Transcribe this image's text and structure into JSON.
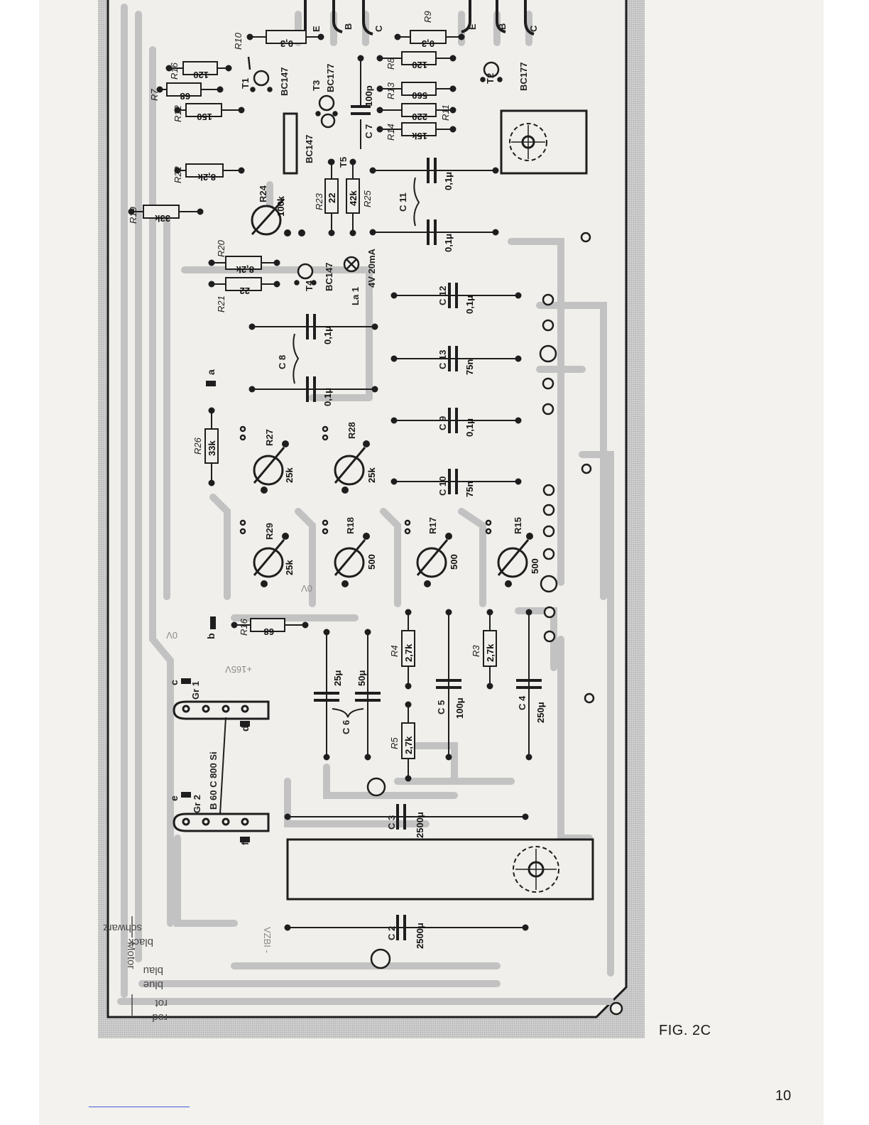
{
  "figure": {
    "caption": "FIG. 2C",
    "page_number": "10"
  },
  "colors": {
    "copper": "#bdbdbd",
    "ink": "#1e1e1e",
    "paper": "#f3f2ee"
  },
  "board": {
    "transistors": [
      {
        "ref": "T1",
        "type": "BC147"
      },
      {
        "ref": "T2",
        "type": "BC177"
      },
      {
        "ref": "T3",
        "type": "BC177"
      },
      {
        "ref": "T4",
        "type": "BC147"
      },
      {
        "ref": "T5",
        "type": "BC147"
      }
    ],
    "resistors_top": [
      {
        "ref": "R10",
        "value": "0,3"
      },
      {
        "ref": "R9",
        "value": "0,3"
      },
      {
        "ref": "R16",
        "value": "120"
      },
      {
        "ref": "R7",
        "value": "68"
      },
      {
        "ref": "R12",
        "value": "150"
      },
      {
        "ref": "R8",
        "value": "120"
      },
      {
        "ref": "R13",
        "value": "560"
      },
      {
        "ref": "R11",
        "value": "220"
      },
      {
        "ref": "R14",
        "value": "15k"
      },
      {
        "ref": "R22",
        "value": "8,2k"
      },
      {
        "ref": "R19",
        "value": "33k"
      },
      {
        "ref": "R23",
        "value": "22"
      },
      {
        "ref": "R25",
        "value": "42k"
      },
      {
        "ref": "R20",
        "value": "8,2k"
      },
      {
        "ref": "R21",
        "value": "22"
      },
      {
        "ref": "R26",
        "value": "33k"
      },
      {
        "ref": "R16",
        "value": "68"
      },
      {
        "ref": "R4",
        "value": "2,7k"
      },
      {
        "ref": "R3",
        "value": "2,7k"
      },
      {
        "ref": "R5",
        "value": "2,7k"
      }
    ],
    "trimmers": [
      {
        "ref": "R24",
        "value": "100k"
      },
      {
        "ref": "R27",
        "value": "25k"
      },
      {
        "ref": "R28",
        "value": "25k"
      },
      {
        "ref": "R29",
        "value": "25k"
      },
      {
        "ref": "R18",
        "value": "500"
      },
      {
        "ref": "R17",
        "value": "500"
      },
      {
        "ref": "R15",
        "value": "500"
      }
    ],
    "capacitors": [
      {
        "ref": "C7",
        "value": "100p"
      },
      {
        "ref": "C11",
        "value": "0,1μ"
      },
      {
        "ref": "C11b",
        "value": "0,1μ"
      },
      {
        "ref": "C12",
        "value": "0,1μ"
      },
      {
        "ref": "C13",
        "value": "75n"
      },
      {
        "ref": "C8",
        "value": "0,1μ"
      },
      {
        "ref": "C8b",
        "value": "0,1μ"
      },
      {
        "ref": "C9",
        "value": "0,1μ"
      },
      {
        "ref": "C10",
        "value": "75n"
      },
      {
        "ref": "C6",
        "value": "25μ"
      },
      {
        "ref": "C6b",
        "value": "50μ"
      },
      {
        "ref": "C5",
        "value": "100μ"
      },
      {
        "ref": "C4",
        "value": "250μ"
      },
      {
        "ref": "C3",
        "value": "2500μ"
      },
      {
        "ref": "C2",
        "value": "2500μ"
      }
    ],
    "cap_labels": {
      "C11": "C 11",
      "C8": "C 8",
      "C6": "C 6",
      "C12": "C 12",
      "C13": "C 13",
      "C9": "C 9",
      "C10": "C 10",
      "C5": "C 5",
      "C4": "C 4",
      "C3": "C 3",
      "C2": "C 2",
      "C7": "C 7"
    },
    "lamp": {
      "ref": "La 1",
      "rating": "4V 20mA"
    },
    "rectifiers": {
      "gr1": "Gr 1",
      "gr2": "Gr 2",
      "bridge": "B 60 C 800 Si"
    },
    "connection_letters": [
      "E",
      "B",
      "C",
      "E",
      "B",
      "C"
    ],
    "pad_letters": {
      "a": "a",
      "b": "b",
      "c": "c",
      "d": "d",
      "e": "e",
      "f": "f"
    },
    "motor_wires": {
      "title": "Motor",
      "colors": [
        "schwarz",
        "black",
        "blau",
        "blue",
        "rot",
        "red"
      ]
    },
    "side_marks": {
      "ov1": "0V",
      "ov2": "0V",
      "v165": "+165V",
      "vzbi": "VZBI -"
    }
  }
}
